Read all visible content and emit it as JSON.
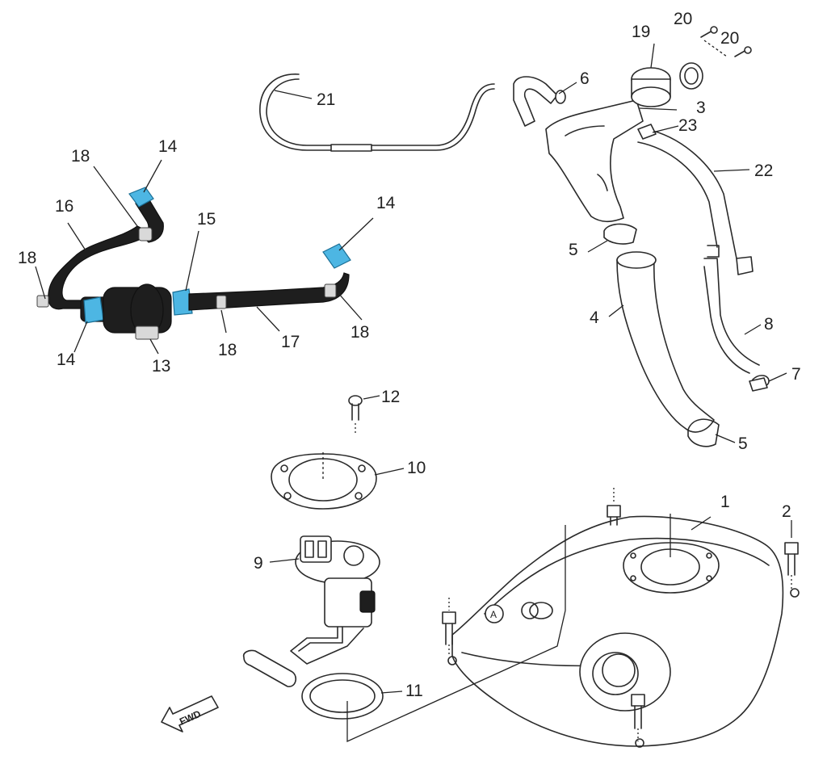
{
  "callouts": {
    "c1": "1",
    "c2": "2",
    "c3": "3",
    "c4": "4",
    "c5a": "5",
    "c5b": "5",
    "c6": "6",
    "c7": "7",
    "c8": "8",
    "c9": "9",
    "c10": "10",
    "c11": "11",
    "c12": "12",
    "c13": "13",
    "c14a": "14",
    "c14b": "14",
    "c14c": "14",
    "c15": "15",
    "c16": "16",
    "c17": "17",
    "c18a": "18",
    "c18b": "18",
    "c18c": "18",
    "c18d": "18",
    "c19": "19",
    "c20a": "20",
    "c20b": "20",
    "c21": "21",
    "c22": "22",
    "c23": "23"
  },
  "markers": {
    "ref_a": "A",
    "fwd": "FWD"
  },
  "colors": {
    "clamp": "#4db6e3",
    "hose": "#1e1e1e",
    "line": "#2a2a2a"
  }
}
